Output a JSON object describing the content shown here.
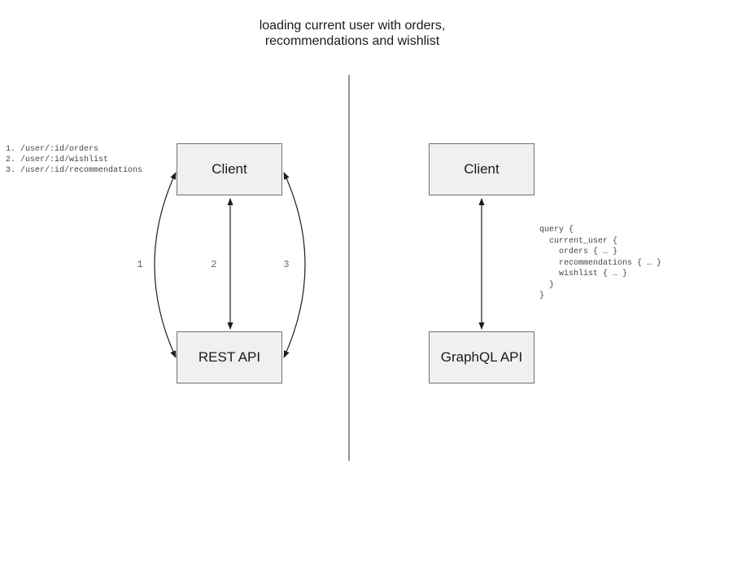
{
  "title": {
    "line1": "loading current user with orders,",
    "line2": "recommendations and wishlist"
  },
  "left_panel": {
    "endpoints": [
      "1. /user/:id/orders",
      "2. /user/:id/wishlist",
      "3. /user/:id/recommendations"
    ],
    "client_label": "Client",
    "api_label": "REST API",
    "arrow_labels": [
      "1",
      "2",
      "3"
    ]
  },
  "right_panel": {
    "client_label": "Client",
    "api_label": "GraphQL API",
    "query_lines": [
      "query {",
      "  current_user {",
      "    orders { … }",
      "    recommendations { … }",
      "    wishlist { … }",
      "  }",
      "}"
    ]
  },
  "colors": {
    "background": "#ffffff",
    "node_fill": "#f0f0f0",
    "node_border": "#707070",
    "arrow": "#1d1d1d",
    "divider": "#6e6e6e",
    "code_text": "#444444",
    "muted_label": "#666666",
    "title_text": "#1a1a1a"
  }
}
